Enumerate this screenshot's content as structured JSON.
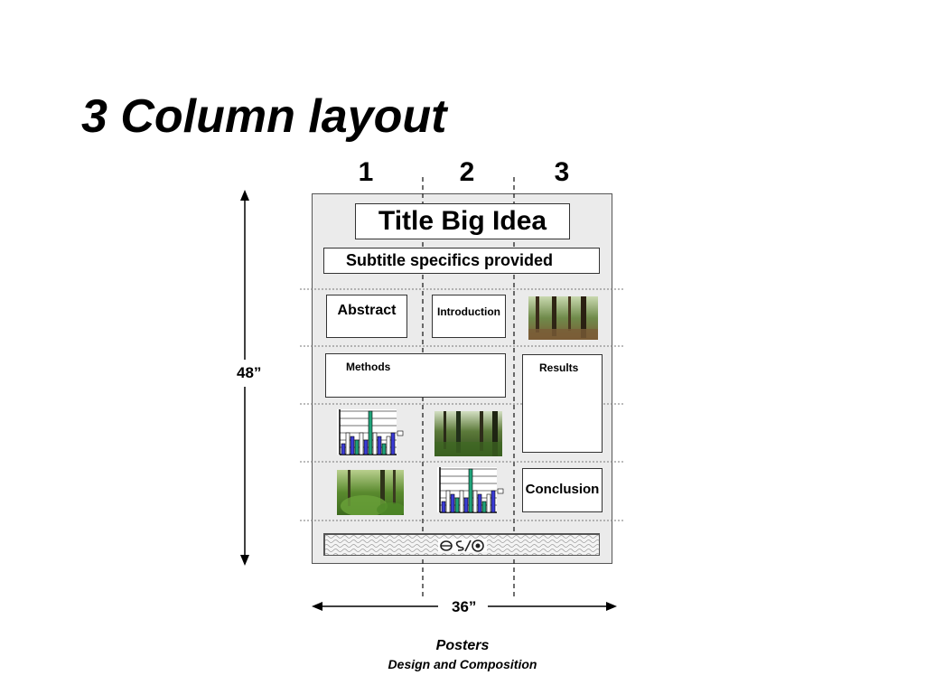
{
  "slide": {
    "title": "3 Column layout"
  },
  "columns": [
    "1",
    "2",
    "3"
  ],
  "poster": {
    "title": "Title Big Idea",
    "subtitle": "Subtitle specifics provided",
    "sections": {
      "abstract": "Abstract",
      "introduction": "Introduction",
      "methods": "Methods",
      "results": "Results",
      "conclusion": "Conclusion"
    }
  },
  "dimensions": {
    "height": "48”",
    "width": "36”"
  },
  "caption": {
    "line1": "Posters",
    "line2": "Design and Composition"
  },
  "colors": {
    "bar_blue": "#3b3bd6",
    "bar_green": "#1fa37a",
    "bar_white": "#ffffff",
    "poster_bg": "#ebebeb"
  }
}
